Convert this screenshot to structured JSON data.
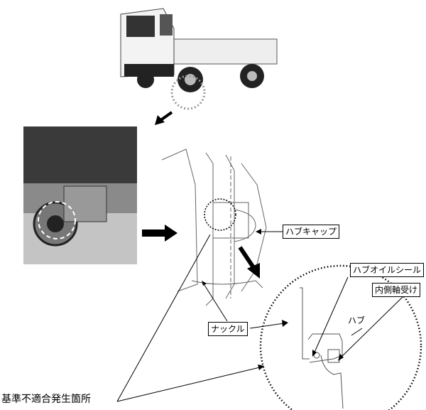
{
  "labels": {
    "hub_cap": "ハブキャップ",
    "hub_oil_seal": "ハブオイルシール",
    "inner_bearing": "内側軸受け",
    "hub": "ハブ",
    "knuckle": "ナックル",
    "defect_location": "基準不適合発生箇所"
  },
  "colors": {
    "line": "#000000",
    "photo_dark": "#3a3a3a",
    "photo_light": "#bdbdbd"
  }
}
